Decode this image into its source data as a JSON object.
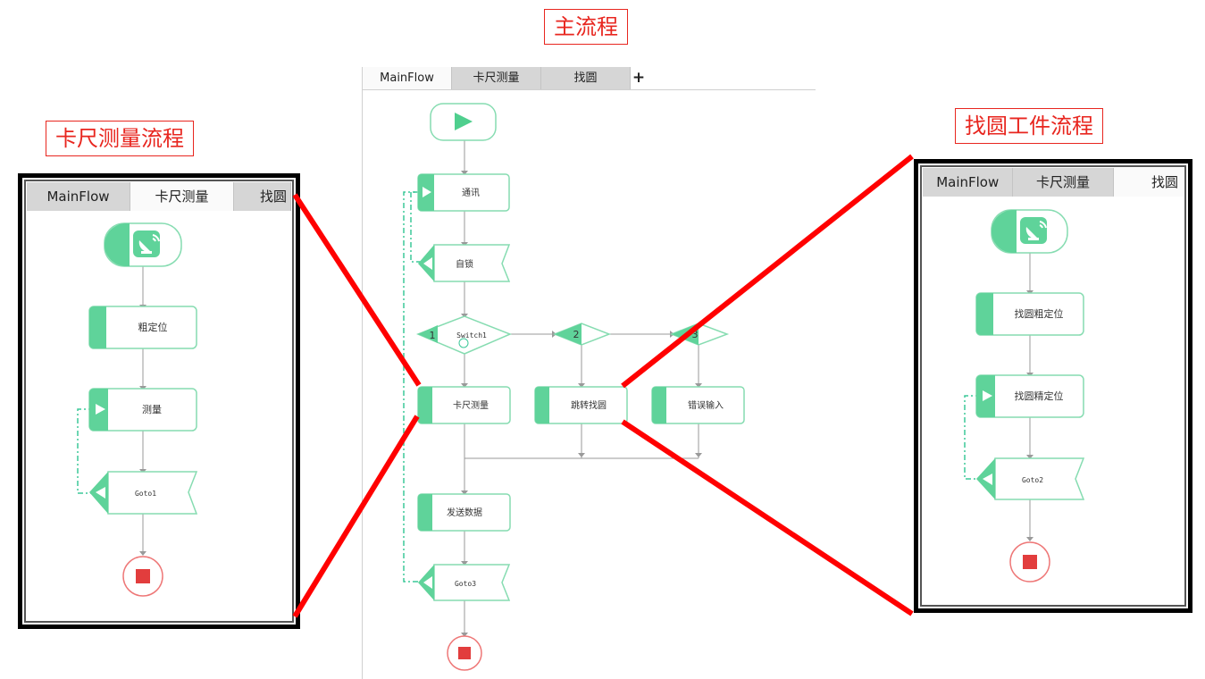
{
  "titles": {
    "main": "主流程",
    "left": "卡尺测量流程",
    "right": "找圆工件流程"
  },
  "tabs": [
    "MainFlow",
    "卡尺测量",
    "找圆"
  ],
  "add_tab": "+",
  "main_flow": {
    "nodes": {
      "comm": "通讯",
      "lock": "自锁",
      "switch": "Switch1",
      "case1": "1",
      "case2": "2",
      "case3": "3",
      "caliper": "卡尺测量",
      "jump": "跳转找圆",
      "error": "错误输入",
      "send": "发送数据",
      "goto": "Goto3"
    }
  },
  "caliper_flow": {
    "nodes": {
      "coarse": "粗定位",
      "measure": "测量",
      "goto": "Goto1"
    }
  },
  "circle_flow": {
    "nodes": {
      "coarse": "找圆粗定位",
      "fine": "找圆精定位",
      "goto": "Goto2"
    }
  },
  "colors": {
    "accent_green": "#5fd39a",
    "node_border": "#86dcb1",
    "stop_red": "#e23d3d",
    "title_red": "#e8261f",
    "connector_red": "#ff0000"
  }
}
